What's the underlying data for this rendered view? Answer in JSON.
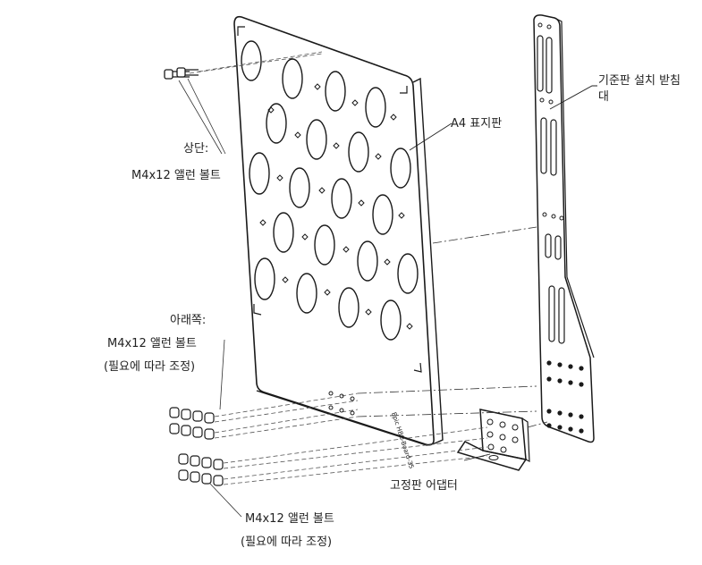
{
  "labels": {
    "top_bolts_line1": "상단:",
    "top_bolts_line2": "M4x12 앨런 볼트",
    "bottom_bolts_line1": "아래쪽:",
    "bottom_bolts_line2": "M4x12 앨런 볼트",
    "bottom_bolts_line3": "(필요에 따라 조정)",
    "extra_bolts_line1": "M4x12 앨런 볼트",
    "extra_bolts_line2": "(필요에 따라 조정)",
    "target_plate": "A4 표지판",
    "support_line1": "기준판 설치 받침",
    "support_line2": "대",
    "adapter": "고정판 어댑터"
  },
  "board_engraving": "Epic HBC-Board-35"
}
